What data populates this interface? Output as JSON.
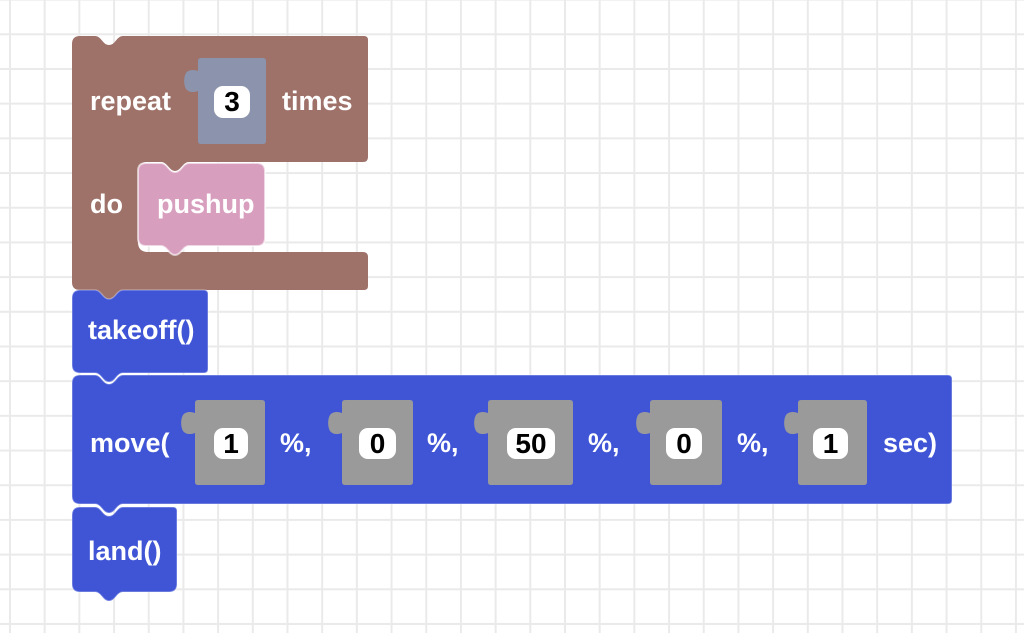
{
  "colors": {
    "repeat_block": "#9e7169",
    "value_slot_block": "#8b94ac",
    "action_block": "#d89ebe",
    "drone_block": "#3f55d6",
    "number_block": "#9a9a9a",
    "field_background": "#ffffff",
    "field_text": "#000000",
    "label_text": "#ffffff"
  },
  "repeat_block": {
    "label_repeat": "repeat",
    "count": "3",
    "label_times": "times",
    "label_do": "do",
    "child_label": "pushup"
  },
  "takeoff_block": {
    "label": "takeoff()"
  },
  "move_block": {
    "label": "move(",
    "args": [
      {
        "value": "1",
        "suffix": "%,"
      },
      {
        "value": "0",
        "suffix": "%,"
      },
      {
        "value": "50",
        "suffix": "%,"
      },
      {
        "value": "0",
        "suffix": "%,"
      },
      {
        "value": "1",
        "suffix": "sec)"
      }
    ]
  },
  "land_block": {
    "label": "land()"
  }
}
